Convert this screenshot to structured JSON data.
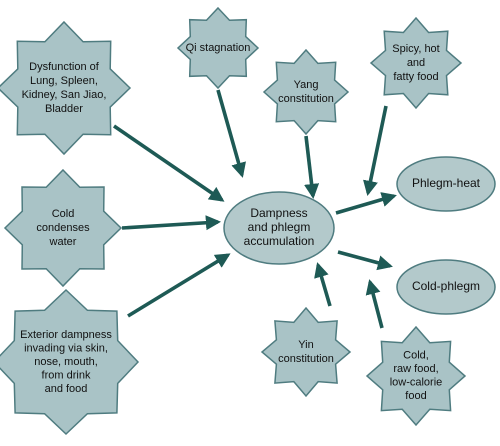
{
  "colors": {
    "star_fill": "#a9c3c6",
    "star_stroke": "#4f7c80",
    "ellipse_fill": "#b3c9cb",
    "ellipse_stroke": "#4f7c80",
    "arrow": "#1e5a55"
  },
  "center": {
    "name": "center-node-dampness-phlegm",
    "lines": [
      "Dampness",
      "and phlegm",
      "accumulation"
    ]
  },
  "outcomes": [
    {
      "name": "outcome-node-phlegm-heat",
      "lines": [
        "Phlegm-heat"
      ]
    },
    {
      "name": "outcome-node-cold-phlegm",
      "lines": [
        "Cold-phlegm"
      ]
    }
  ],
  "causes": [
    {
      "name": "cause-node-organ-dysfunction",
      "lines": [
        "Dysfunction of",
        "Lung, Spleen,",
        "Kidney, San Jiao,",
        "Bladder"
      ]
    },
    {
      "name": "cause-node-qi-stagnation",
      "lines": [
        "Qi stagnation"
      ]
    },
    {
      "name": "cause-node-yang-constitution",
      "lines": [
        "Yang",
        "constitution"
      ]
    },
    {
      "name": "cause-node-spicy-food",
      "lines": [
        "Spicy, hot",
        "and",
        "fatty food"
      ]
    },
    {
      "name": "cause-node-cold-water",
      "lines": [
        "Cold",
        "condenses",
        "water"
      ]
    },
    {
      "name": "cause-node-exterior-dampness",
      "lines": [
        "Exterior dampness",
        "invading via skin,",
        "nose, mouth,",
        "from drink",
        "and food"
      ]
    },
    {
      "name": "cause-node-yin-constitution",
      "lines": [
        "Yin",
        "constitution"
      ]
    },
    {
      "name": "cause-node-cold-raw-food",
      "lines": [
        "Cold,",
        "raw food,",
        "low-calorie",
        "food"
      ]
    }
  ]
}
